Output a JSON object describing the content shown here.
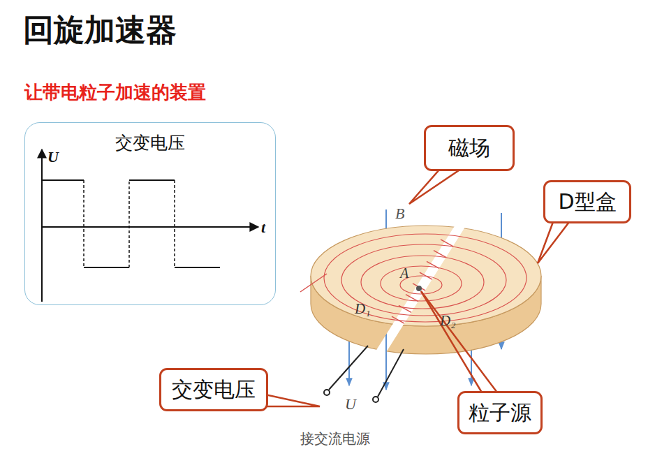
{
  "diagram": {
    "title": "回旋加速器",
    "nodes": [
      {
        "text": [
          "交变电压"
        ]
      },
      {
        "text": [
          "磁场"
        ]
      },
      {
        "text": [
          "D型盒"
        ]
      },
      {
        "text": [
          "交变电压"
        ]
      },
      {
        "text": [
          "粒子源"
        ]
      }
    ],
    "labels": [
      "让带电粒子加速的装置",
      "U",
      "t",
      "B",
      "A",
      "D₁",
      "D₂",
      "U",
      "接交流电源"
    ]
  }
}
